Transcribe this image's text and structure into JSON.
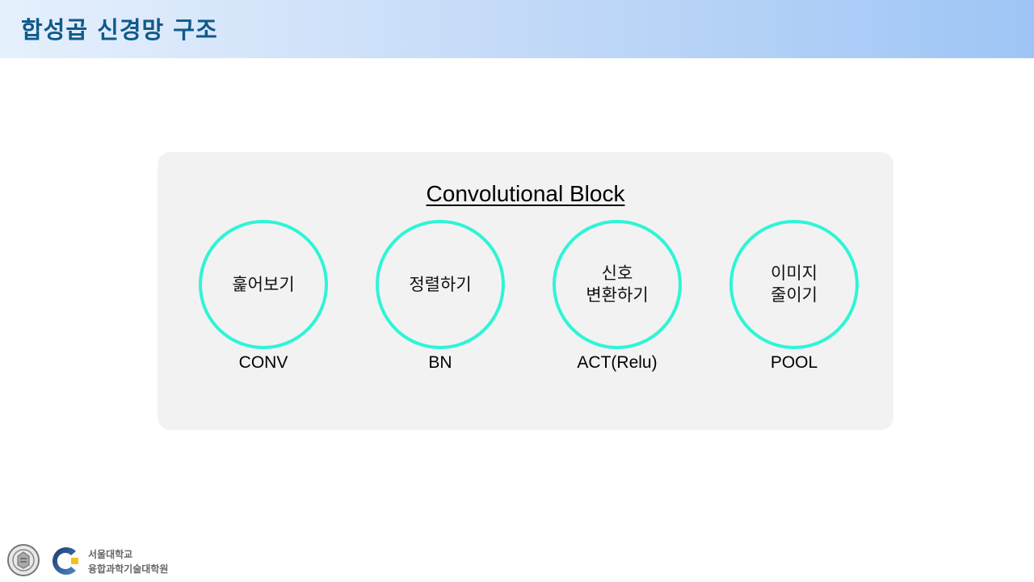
{
  "header": {
    "title": "합성곱 신경망 구조"
  },
  "block": {
    "title": "Convolutional Block",
    "stages": [
      {
        "label": "훑어보기",
        "abbr": "CONV"
      },
      {
        "label": "정렬하기",
        "abbr": "BN"
      },
      {
        "label": "신호\n변환하기",
        "abbr": "ACT(Relu)"
      },
      {
        "label": "이미지\n줄이기",
        "abbr": "POOL"
      }
    ]
  },
  "footer": {
    "line1": "서울대학교",
    "line2": "융합과학기술대학원"
  },
  "colors": {
    "circle_border": "#2ef5d6",
    "title": "#0f5a8a",
    "panel": "#f2f2f2"
  }
}
